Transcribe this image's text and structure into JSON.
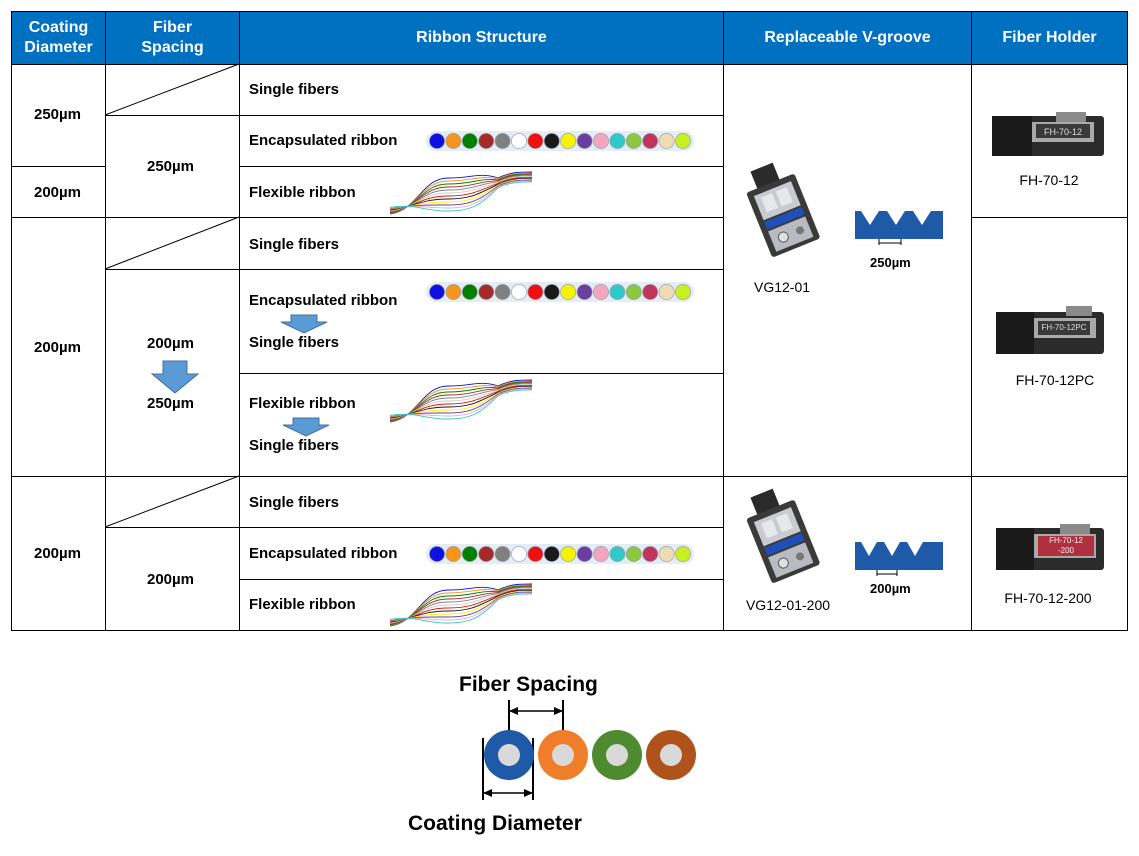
{
  "header": {
    "coating_diameter": "Coating Diameter",
    "fiber_spacing": "Fiber Spacing",
    "ribbon_structure": "Ribbon Structure",
    "replaceable_vgroove": "Replaceable V-groove",
    "fiber_holder": "Fiber Holder"
  },
  "groups": [
    {
      "coating_a": "250µm",
      "coating_b": "200µm",
      "spacing": "250µm",
      "rows": [
        {
          "label": "Single fibers"
        },
        {
          "label": "Encapsulated ribbon"
        },
        {
          "label": "Flexible ribbon"
        }
      ]
    },
    {
      "coating": "200µm",
      "spacing_from": "200µm",
      "spacing_to": "250µm",
      "rows": [
        {
          "label": "Single fibers"
        },
        {
          "label": "Encapsulated ribbon",
          "sub": "Single fibers"
        },
        {
          "label": "Flexible ribbon",
          "sub": "Single fibers"
        }
      ]
    },
    {
      "coating": "200µm",
      "spacing": "200µm",
      "rows": [
        {
          "label": "Single fibers"
        },
        {
          "label": "Encapsulated ribbon"
        },
        {
          "label": "Flexible ribbon"
        }
      ]
    }
  ],
  "vgrooves": [
    {
      "name": "VG12-01",
      "pitch": "250µm"
    },
    {
      "name": "VG12-01-200",
      "pitch": "200µm"
    }
  ],
  "holders": [
    {
      "name": "FH-70-12",
      "plate": "FH-70-12"
    },
    {
      "name": "FH-70-12PC",
      "plate": "FH-70-12PC"
    },
    {
      "name": "FH-70-12-200",
      "plate": "FH-70-12\n-200"
    }
  ],
  "fiber_colors": [
    "#1010e0",
    "#f7941d",
    "#008000",
    "#a52a2a",
    "#808080",
    "#ffffff",
    "#ee1111",
    "#1a1a1a",
    "#f4f400",
    "#6a3fa0",
    "#f4a6c0",
    "#30c8c8",
    "#8dc63f",
    "#c0365a",
    "#f0dcb4",
    "#c8f020"
  ],
  "diagram": {
    "fiber_spacing": "Fiber Spacing",
    "coating_diameter": "Coating Diameter",
    "fiber_colors": [
      "#1e5aa8",
      "#f07d2a",
      "#4e8a30",
      "#b0521c"
    ]
  },
  "colors": {
    "header_bg": "#0070c0",
    "groove_blue": "#1e5aa8"
  }
}
